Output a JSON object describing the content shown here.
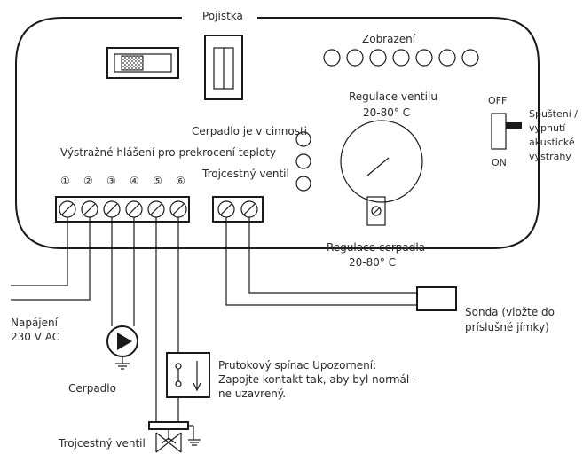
{
  "labels": {
    "fuse": "Pojistka",
    "display": "Zobrazení",
    "valve_regulation_1": "Regulace ventilu",
    "valve_regulation_2": "20-80° C",
    "off": "OFF",
    "on": "ON",
    "switch_note_1": "Spuštení /",
    "switch_note_2": "vypnutí",
    "switch_note_3": "akustické",
    "switch_note_4": "výstrahy",
    "pump_running": "Cerpadlo je v cinnosti",
    "overheat_warning": "Výstražné hlášení pro prekrocení teploty",
    "three_way_valve_led": "Trojcestný ventil",
    "pump_regulation_1": "Regulace cerpadla",
    "pump_regulation_2": "20-80° C",
    "power_1": "Napájení",
    "power_2": "230 V AC",
    "pump": "Cerpadlo",
    "flow_switch_1": "Prutokový spínac Upozornení:",
    "flow_switch_2": "Zapojte kontakt tak, aby byl normál-",
    "flow_switch_3": "ne uzavrený.",
    "probe_1": "Sonda (vložte do",
    "probe_2": "príslušné jímky)",
    "three_way_valve": "Trojcestný ventil"
  },
  "terminals": [
    "①",
    "②",
    "③",
    "④",
    "⑤",
    "⑥"
  ],
  "colors": {
    "line": "#1a1a1a",
    "text": "#2a2a2a",
    "fill_pattern": "#9a9a9a"
  }
}
